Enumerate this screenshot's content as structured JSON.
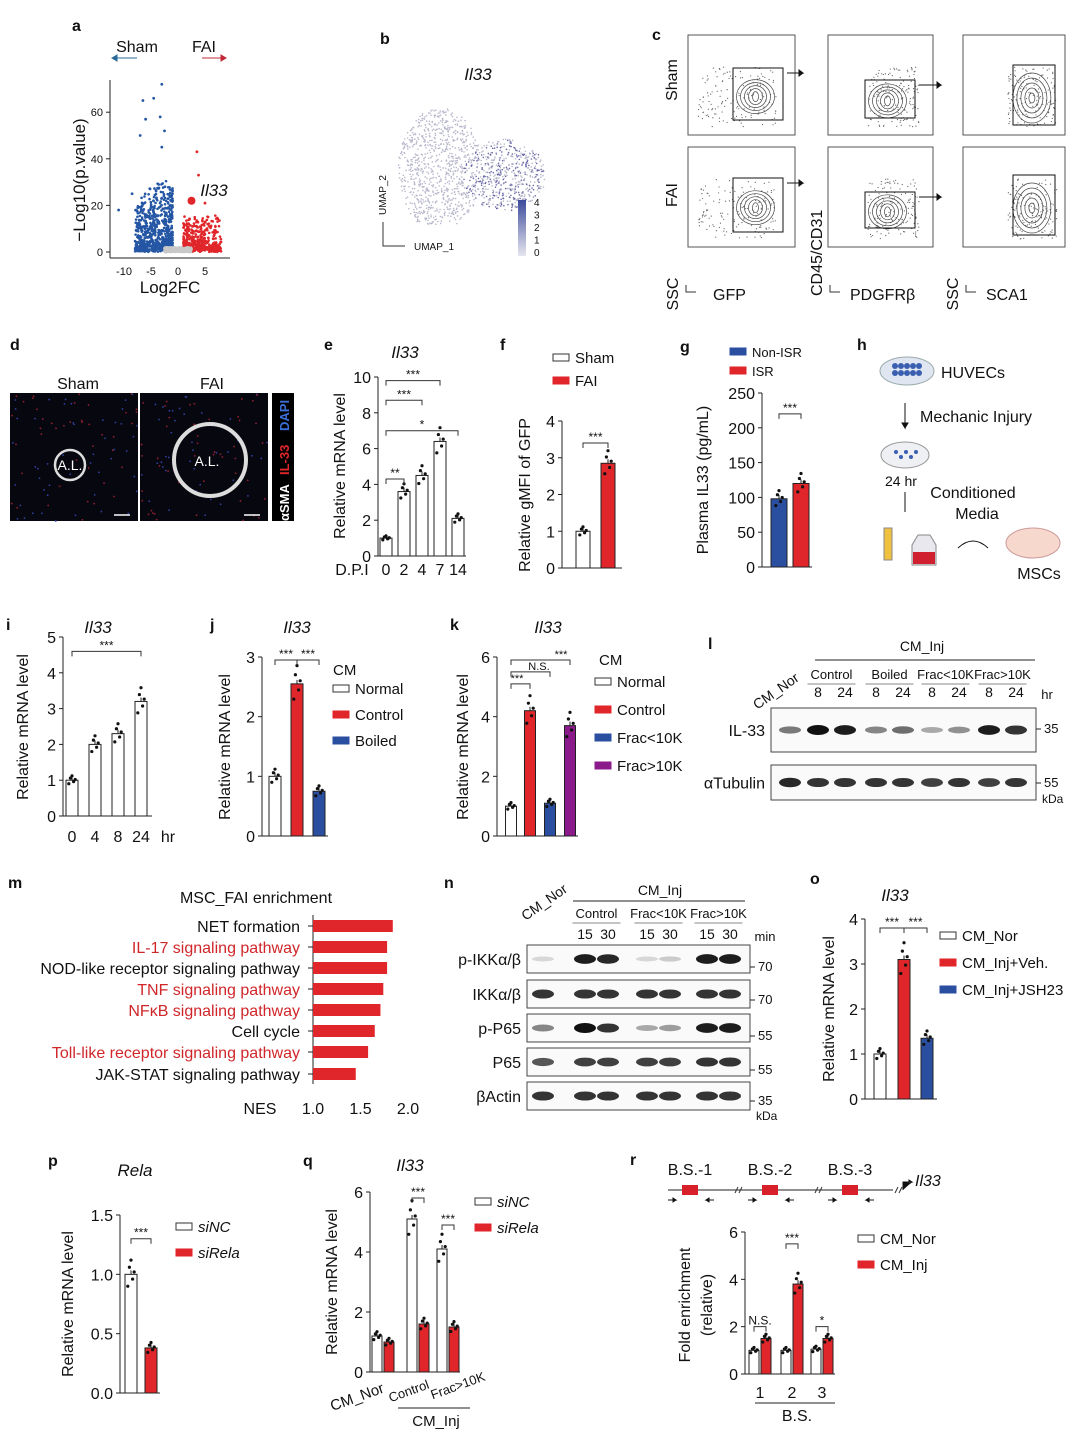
{
  "panel_letters": [
    "a",
    "b",
    "c",
    "d",
    "e",
    "f",
    "g",
    "h",
    "i",
    "j",
    "k",
    "l",
    "m",
    "n",
    "o",
    "p",
    "q",
    "r"
  ],
  "a": {
    "left_label": "Sham",
    "right_label": "FAI",
    "gene_label": "Il33",
    "xlabel": "Log2FC",
    "ylabel": "−Log10(p.value)",
    "xticks": [
      "-10",
      "-5",
      "0",
      "5"
    ],
    "yticks": [
      "0",
      "20",
      "40",
      "60"
    ],
    "colors": {
      "down": "#2456a4",
      "up": "#e0262a",
      "ns": "#c8c8c8"
    }
  },
  "b": {
    "title": "Il33",
    "xlabel": "UMAP_1",
    "ylabel": "UMAP_2",
    "colorbar_ticks": [
      "4",
      "3",
      "2",
      "1",
      "0"
    ],
    "color_high": "#3b4a9c",
    "color_low": "#e6e6ee"
  },
  "c": {
    "rows": [
      "Sham",
      "FAI"
    ],
    "axes": [
      {
        "y": "SSC",
        "x": "GFP"
      },
      {
        "y": "CD45/CD31",
        "x": "PDGFRβ"
      },
      {
        "y": "SSC",
        "x": "SCA1"
      }
    ]
  },
  "d": {
    "labels": [
      "Sham",
      "FAI"
    ],
    "region": "A.L.",
    "stain": [
      {
        "text": "αSMA",
        "color": "#ffffff"
      },
      {
        "text": "IL-33",
        "color": "#e0262a"
      },
      {
        "text": "DAPI",
        "color": "#3a6fd8"
      }
    ]
  },
  "h": {
    "cells_top": "HUVECs",
    "step1": "Mechanic Injury",
    "time": "24 hr",
    "step2_line1": "Conditioned",
    "step2_line2": "Media",
    "target": "MSCs"
  },
  "l": {
    "ref": "CM_Nor",
    "group": "CM_Inj",
    "conditions": [
      "Control",
      "Boiled",
      "Frac<10K",
      "Frac>10K"
    ],
    "times": [
      "8",
      "24"
    ],
    "time_unit": "hr",
    "mw_unit": "kDa",
    "rows": [
      {
        "label": "IL-33",
        "mw": "35",
        "bands": [
          0.55,
          1,
          0.95,
          0.5,
          0.6,
          0.35,
          0.45,
          0.95,
          0.85
        ]
      },
      {
        "label": "αTubulin",
        "mw": "55",
        "bands": [
          0.9,
          0.85,
          0.85,
          0.85,
          0.85,
          0.8,
          0.85,
          0.8,
          0.85
        ]
      }
    ]
  },
  "n": {
    "ref": "CM_Nor",
    "group": "CM_Inj",
    "conditions": [
      "Control",
      "Frac<10K",
      "Frac>10K"
    ],
    "times": [
      "15",
      "30"
    ],
    "time_unit": "min",
    "mw_unit": "kDa",
    "rows": [
      {
        "label": "p-IKKα/β",
        "mw": "70",
        "bands": [
          0.15,
          0.95,
          0.9,
          0.15,
          0.2,
          0.95,
          0.95
        ]
      },
      {
        "label": "IKKα/β",
        "mw": "70",
        "bands": [
          0.85,
          0.85,
          0.85,
          0.85,
          0.85,
          0.85,
          0.85
        ]
      },
      {
        "label": "p-P65",
        "mw": "55",
        "bands": [
          0.5,
          1,
          0.85,
          0.35,
          0.4,
          0.95,
          0.95
        ]
      },
      {
        "label": "P65",
        "mw": "55",
        "bands": [
          0.7,
          0.8,
          0.8,
          0.8,
          0.8,
          0.85,
          0.85
        ]
      },
      {
        "label": "βActin",
        "mw": "35",
        "bands": [
          0.85,
          0.85,
          0.85,
          0.85,
          0.85,
          0.85,
          0.85
        ]
      }
    ]
  },
  "r_diagram": {
    "sites": [
      "B.S.-1",
      "B.S.-2",
      "B.S.-3"
    ],
    "gene": "Il33"
  },
  "colors": {
    "red": "#e0262a",
    "blue": "#2b4fa0",
    "purple": "#8b1a8b",
    "white": "#ffffff"
  },
  "chart_data": [
    {
      "id": "e",
      "type": "bar",
      "title": "Il33",
      "ylabel": "Relative mRNA level",
      "xprefix": "D.P.I",
      "categories": [
        "0",
        "2",
        "4",
        "7",
        "14"
      ],
      "values": [
        1,
        3.6,
        4.5,
        6.4,
        2.1
      ],
      "colors": [
        "#ffffff",
        "#ffffff",
        "#ffffff",
        "#ffffff",
        "#ffffff"
      ],
      "ylim": [
        0,
        10
      ],
      "yticks": [
        "0",
        "2",
        "4",
        "6",
        "8",
        "10"
      ],
      "sig": [
        {
          "text": "**",
          "from": 0,
          "to": 1,
          "y": 4.3
        },
        {
          "text": "***",
          "from": 0,
          "to": 2,
          "y": 8.7
        },
        {
          "text": "***",
          "from": 0,
          "to": 3,
          "y": 9.8
        },
        {
          "text": "*",
          "from": 0,
          "to": 4,
          "y": 7.0
        }
      ]
    },
    {
      "id": "f",
      "type": "bar",
      "title": "",
      "ylabel": "Relative gMFI of GFP",
      "categories": [
        "Sham",
        "FAI"
      ],
      "values": [
        1,
        2.85
      ],
      "colors": [
        "#ffffff",
        "#e0262a"
      ],
      "ylim": [
        0,
        4
      ],
      "yticks": [
        "0",
        "1",
        "2",
        "3",
        "4"
      ],
      "legend": [
        "Sham",
        "FAI"
      ],
      "sig": [
        {
          "text": "***",
          "from": 0,
          "to": 1,
          "y": 3.4
        }
      ]
    },
    {
      "id": "g",
      "type": "bar",
      "title": "",
      "ylabel": "Plasma IL33 (pg/mL)",
      "categories": [
        "Non-ISR",
        "ISR"
      ],
      "values": [
        98,
        120
      ],
      "colors": [
        "#2b4fa0",
        "#e0262a"
      ],
      "ylim": [
        0,
        250
      ],
      "yticks": [
        "0",
        "50",
        "100",
        "150",
        "200",
        "250"
      ],
      "legend": [
        "Non-ISR",
        "ISR"
      ],
      "sig": [
        {
          "text": "***",
          "from": 0,
          "to": 1,
          "y": 220
        }
      ]
    },
    {
      "id": "i",
      "type": "bar",
      "title": "Il33",
      "ylabel": "Relative mRNA level",
      "xsuffix": "hr",
      "categories": [
        "0",
        "4",
        "8",
        "24"
      ],
      "values": [
        1,
        2,
        2.3,
        3.2
      ],
      "colors": [
        "#ffffff",
        "#ffffff",
        "#ffffff",
        "#ffffff"
      ],
      "ylim": [
        0,
        5
      ],
      "yticks": [
        "0",
        "1",
        "2",
        "3",
        "4",
        "5"
      ],
      "sig": [
        {
          "text": "***",
          "from": 0,
          "to": 3,
          "y": 4.6
        }
      ]
    },
    {
      "id": "j",
      "type": "bar",
      "title": "Il33",
      "ylabel": "Relative mRNA level",
      "legend_title": "CM",
      "categories": [
        "Normal",
        "Control",
        "Boiled"
      ],
      "values": [
        1,
        2.55,
        0.75
      ],
      "colors": [
        "#ffffff",
        "#e0262a",
        "#2b4fa0"
      ],
      "ylim": [
        0,
        3
      ],
      "yticks": [
        "0",
        "1",
        "2",
        "3"
      ],
      "legend": [
        "Normal",
        "Control",
        "Boiled"
      ],
      "sig": [
        {
          "text": "***",
          "from": 0,
          "to": 1,
          "y": 2.95
        },
        {
          "text": "***",
          "from": 1,
          "to": 2,
          "y": 2.95
        }
      ]
    },
    {
      "id": "k",
      "type": "bar",
      "title": "Il33",
      "ylabel": "Relative mRNA level",
      "legend_title": "CM",
      "categories": [
        "Normal",
        "Control",
        "Frac<10K",
        "Frac>10K"
      ],
      "values": [
        1,
        4.2,
        1.1,
        3.7
      ],
      "colors": [
        "#ffffff",
        "#e0262a",
        "#2b4fa0",
        "#8b1a8b"
      ],
      "ylim": [
        0,
        6
      ],
      "yticks": [
        "0",
        "2",
        "4",
        "6"
      ],
      "legend": [
        "Normal",
        "Control",
        "Frac<10K",
        "Frac>10K"
      ],
      "sig": [
        {
          "text": "***",
          "from": 0,
          "to": 1,
          "y": 5.1
        },
        {
          "text": "N.S.",
          "from": 0,
          "to": 2,
          "y": 5.5
        },
        {
          "text": "***",
          "from": 0,
          "to": 3,
          "y": 5.9
        }
      ]
    },
    {
      "id": "o",
      "type": "bar",
      "title": "Il33",
      "ylabel": "Relative mRNA level",
      "categories": [
        "CM_Nor",
        "CM_Inj+Veh.",
        "CM_Inj+JSH23"
      ],
      "values": [
        1,
        3.1,
        1.35
      ],
      "colors": [
        "#ffffff",
        "#e0262a",
        "#2b4fa0"
      ],
      "ylim": [
        0,
        4
      ],
      "yticks": [
        "0",
        "1",
        "2",
        "3",
        "4"
      ],
      "legend": [
        "CM_Nor",
        "CM_Inj+Veh.",
        "CM_Inj+JSH23"
      ],
      "sig": [
        {
          "text": "***",
          "from": 0,
          "to": 1,
          "y": 3.8
        },
        {
          "text": "***",
          "from": 1,
          "to": 2,
          "y": 3.8
        }
      ]
    },
    {
      "id": "p",
      "type": "bar",
      "title": "Rela",
      "ylabel": "Relative mRNA level",
      "categories": [
        "siNC",
        "siRela"
      ],
      "values": [
        1.0,
        0.38
      ],
      "colors": [
        "#ffffff",
        "#e0262a"
      ],
      "ylim": [
        0,
        1.5
      ],
      "yticks": [
        "0.0",
        "0.5",
        "1.0",
        "1.5"
      ],
      "legend": [
        "siNC",
        "siRela"
      ],
      "sig": [
        {
          "text": "***",
          "from": 0,
          "to": 1,
          "y": 1.3
        }
      ]
    },
    {
      "id": "q",
      "type": "grouped-bar",
      "title": "Il33",
      "ylabel": "Relative mRNA level",
      "categories": [
        "CM_Nor",
        "Control",
        "Frac>10K"
      ],
      "group_label": "CM_Inj",
      "series": [
        {
          "name": "siNC",
          "values": [
            1.2,
            5.1,
            4.1
          ],
          "color": "#ffffff"
        },
        {
          "name": "siRela",
          "values": [
            1.0,
            1.6,
            1.5
          ],
          "color": "#e0262a"
        }
      ],
      "ylim": [
        0,
        6
      ],
      "yticks": [
        "0",
        "2",
        "4",
        "6"
      ],
      "sig": [
        {
          "text": "***",
          "group": 1,
          "y": 5.8
        },
        {
          "text": "***",
          "group": 2,
          "y": 4.9
        }
      ]
    },
    {
      "id": "r",
      "type": "grouped-bar",
      "title": "",
      "ylabel": "Fold enrichment",
      "ylabel2": "(relative)",
      "xlabel": "B.S.",
      "categories": [
        "1",
        "2",
        "3"
      ],
      "series": [
        {
          "name": "CM_Nor",
          "values": [
            1.0,
            1.0,
            1.05
          ],
          "color": "#ffffff"
        },
        {
          "name": "CM_Inj",
          "values": [
            1.5,
            3.8,
            1.5
          ],
          "color": "#e0262a"
        }
      ],
      "ylim": [
        0,
        6
      ],
      "yticks": [
        "0",
        "2",
        "4",
        "6"
      ],
      "sig": [
        {
          "text": "N.S.",
          "group": 0,
          "y": 2.0
        },
        {
          "text": "***",
          "group": 1,
          "y": 5.5
        },
        {
          "text": "*",
          "group": 2,
          "y": 2.0
        }
      ]
    },
    {
      "id": "m",
      "type": "hbar",
      "title": "MSC_FAI enrichment",
      "xlabel": "NES",
      "xlim": [
        1.0,
        2.0
      ],
      "xticks": [
        "1.0",
        "1.5",
        "2.0"
      ],
      "categories": [
        "NET formation",
        "IL-17 signaling pathway",
        "NOD-like receptor signaling pathway",
        "TNF signaling pathway",
        "NFκB signaling pathway",
        "Cell cycle",
        "Toll-like receptor signaling pathway",
        "JAK-STAT signaling pathway"
      ],
      "values": [
        1.84,
        1.78,
        1.78,
        1.74,
        1.71,
        1.65,
        1.58,
        1.45
      ],
      "label_colors": [
        "#111111",
        "#d0262a",
        "#111111",
        "#d0262a",
        "#d0262a",
        "#111111",
        "#d0262a",
        "#111111"
      ],
      "bar_color": "#e0262a"
    }
  ]
}
